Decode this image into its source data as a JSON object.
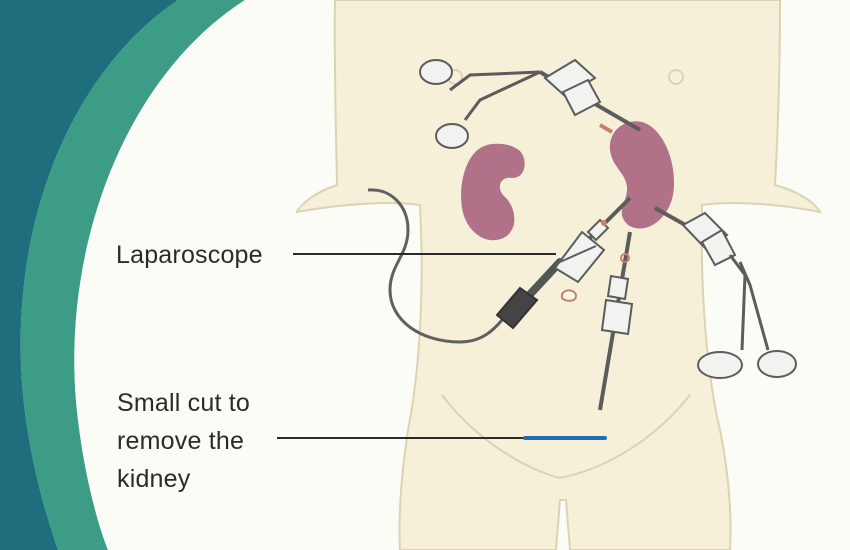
{
  "labels": {
    "laparoscope": "Laparoscope",
    "small_cut_lines": [
      "Small cut to",
      "remove the",
      "kidney"
    ]
  },
  "colors": {
    "band_dark": "#1f6e7e",
    "band_light": "#3c9c86",
    "background": "#fafcf5",
    "skin": "#f6f0d9",
    "skin_outline": "#ddd3b3",
    "kidney": "#b07189",
    "instrument_light": "#f2f2f0",
    "instrument_outline": "#5c5c5c",
    "cable": "#606060",
    "incision": "#1e6fb1",
    "leader_line": "#2b2b2b"
  },
  "icons": {
    "body": "torso-outline",
    "kidneys": "kidney-shape",
    "tools": [
      "scissor-grasper-icon",
      "laparoscope-icon",
      "trocar-port-icon"
    ]
  }
}
